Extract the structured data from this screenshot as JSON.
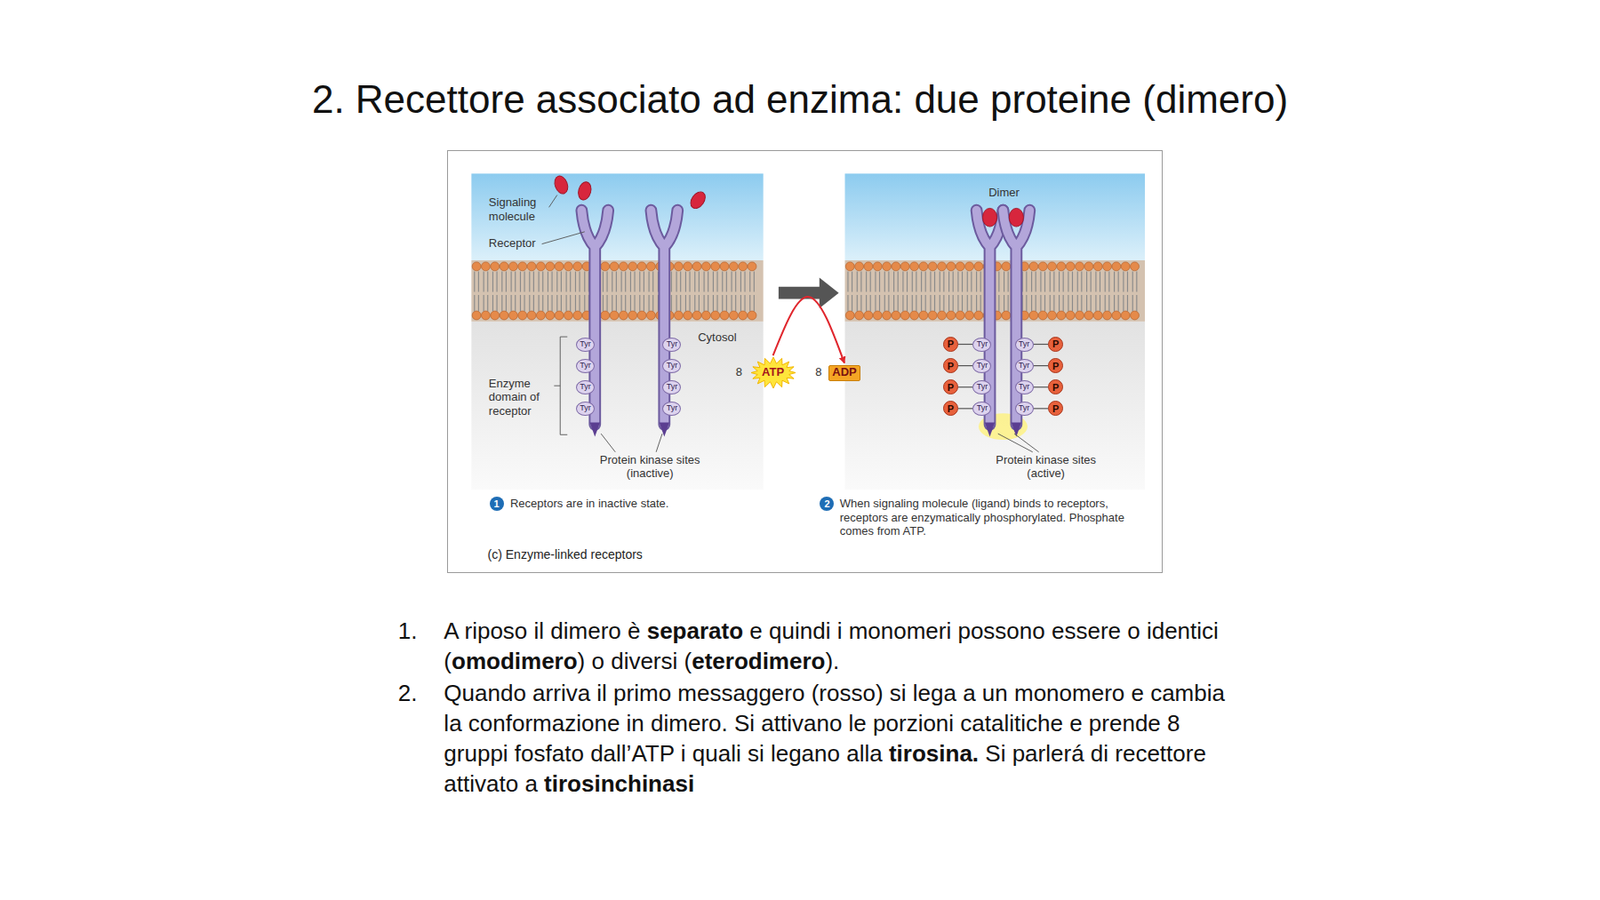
{
  "diagram": {
    "title": "2. Recettore associato ad enzima: due proteine (dimero)",
    "nodes": [
      {
        "text": [
          "(c) Enzyme-linked receptors"
        ]
      },
      {
        "text": [
          "Tyr"
        ],
        "in": 0
      },
      {
        "text": [
          "Tyr"
        ],
        "in": 0
      },
      {
        "text": [
          "Tyr"
        ],
        "in": 0
      },
      {
        "text": [
          "Tyr"
        ],
        "in": 0
      },
      {
        "text": [
          "Tyr"
        ],
        "in": 0
      },
      {
        "text": [
          "Tyr"
        ],
        "in": 0
      },
      {
        "text": [
          "Tyr"
        ],
        "in": 0
      },
      {
        "text": [
          "Tyr"
        ],
        "in": 0
      },
      {
        "text": [
          "ATP"
        ],
        "in": 0
      },
      {
        "text": [
          "ADP"
        ],
        "in": 0
      },
      {
        "text": [
          "P"
        ],
        "in": 0
      },
      {
        "text": [
          "Tyr"
        ],
        "in": 0
      },
      {
        "text": [
          "Tyr"
        ],
        "in": 0
      },
      {
        "text": [
          "P"
        ],
        "in": 0
      },
      {
        "text": [
          "P"
        ],
        "in": 0
      },
      {
        "text": [
          "Tyr"
        ],
        "in": 0
      },
      {
        "text": [
          "Tyr"
        ],
        "in": 0
      },
      {
        "text": [
          "P"
        ],
        "in": 0
      },
      {
        "text": [
          "P"
        ],
        "in": 0
      },
      {
        "text": [
          "Tyr"
        ],
        "in": 0
      },
      {
        "text": [
          "Tyr"
        ],
        "in": 0
      },
      {
        "text": [
          "P"
        ],
        "in": 0
      },
      {
        "text": [
          "P"
        ],
        "in": 0
      },
      {
        "text": [
          "Tyr"
        ],
        "in": 0
      },
      {
        "text": [
          "Tyr"
        ],
        "in": 0
      },
      {
        "text": [
          "P"
        ],
        "in": 0
      },
      {
        "text": [
          "1"
        ],
        "in": 0
      },
      {
        "text": [
          "2"
        ],
        "in": 0
      }
    ],
    "edges": [
      {
        "from": 9,
        "to": 10,
        "arrow": "to"
      },
      {
        "from": 11,
        "to": 12,
        "arrow": "none"
      },
      {
        "from": 13,
        "to": 14,
        "arrow": "none"
      },
      {
        "from": 15,
        "to": 16,
        "arrow": "none"
      },
      {
        "from": 17,
        "to": 18,
        "arrow": "none"
      },
      {
        "from": 19,
        "to": 20,
        "arrow": "none"
      },
      {
        "from": 21,
        "to": 22,
        "arrow": "none"
      },
      {
        "from": 23,
        "to": 24,
        "arrow": "none"
      },
      {
        "from": 25,
        "to": 26,
        "arrow": "none"
      }
    ],
    "labels": [
      "Signaling molecule",
      "Receptor",
      "Cytosol",
      "Enzyme domain of receptor",
      "Protein kinase sites (inactive)",
      "8",
      "8",
      "Dimer",
      "Protein kinase sites (active)",
      "Receptors are in inactive state.",
      "When signaling molecule (ligand) binds to receptors, receptors are enzymatically phosphorylated. Phosphate comes from ATP.",
      "1.",
      "A riposo il dimero è",
      "separato",
      "e quindi i monomeri possono essere o identici (",
      "omodimero",
      ") o diversi (",
      "eterodimero",
      ").",
      "2.",
      "Quando arriva il primo messaggero (rosso) si lega a un monomero e cambia la conformazione in dimero. Si attivano le porzioni catalitiche e prende 8 gruppi fosfato dall’ATP i quali si legano alla",
      "tirosina.",
      "Si parlerá di recettore attivato a",
      "tirosinchinasi"
    ]
  }
}
